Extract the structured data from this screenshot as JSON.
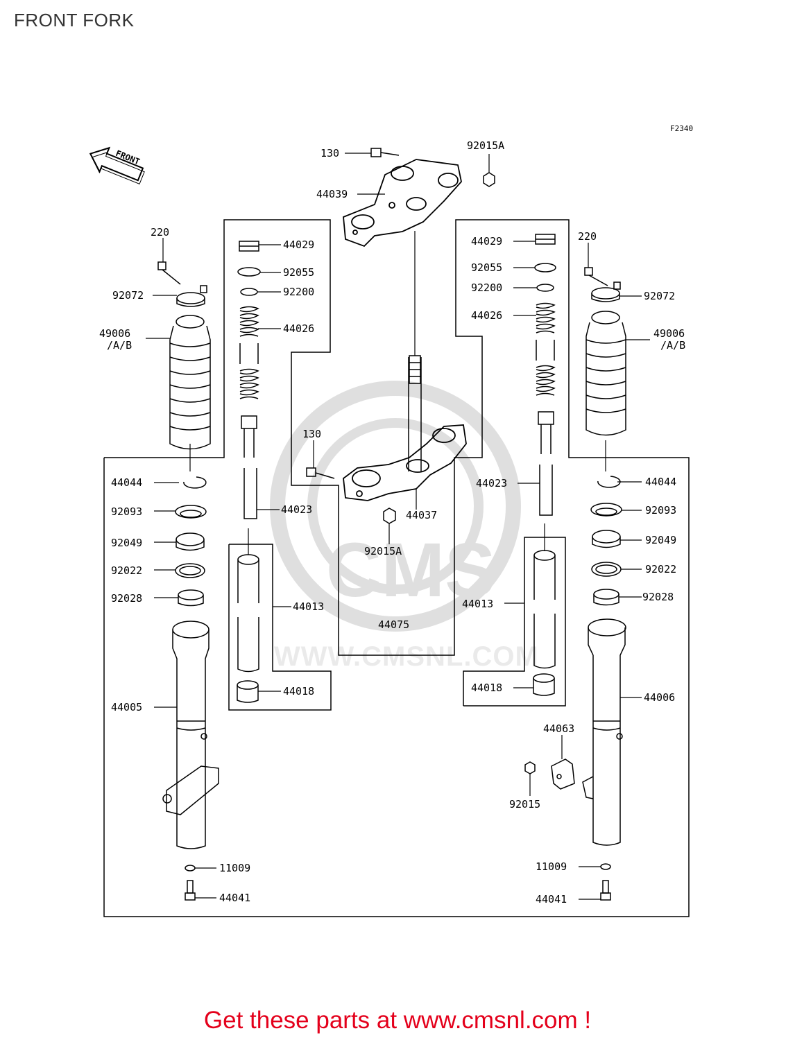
{
  "page": {
    "title": "FRONT FORK"
  },
  "figure_code": "F2340",
  "front_arrow_label": "FRONT",
  "watermark": {
    "text": "WWW.CMSNL.COM",
    "logo": "CMS"
  },
  "parts": {
    "p130_top": "130",
    "p92015A_top": "92015A",
    "p44039": "44039",
    "p220_left": "220",
    "p92072_left": "92072",
    "p49006_left": "49006",
    "p49006_left_sub": "/A/B",
    "p44044_left": "44044",
    "p92093_left": "92093",
    "p92049_left": "92049",
    "p92022_left": "92022",
    "p92028_left": "92028",
    "p44005": "44005",
    "p11009_left": "11009",
    "p44041_left": "44041",
    "p44029_left": "44029",
    "p92055_left": "92055",
    "p92200_left": "92200",
    "p44026_left": "44026",
    "p44023_left": "44023",
    "p44013_left": "44013",
    "p44018_left": "44018",
    "p130_mid": "130",
    "p44037": "44037",
    "p92015A_mid": "92015A",
    "p44075": "44075",
    "p44029_right": "44029",
    "p92055_right": "92055",
    "p92200_right": "92200",
    "p44026_right": "44026",
    "p44023_right": "44023",
    "p44013_right": "44013",
    "p44018_right": "44018",
    "p220_right": "220",
    "p92072_right": "92072",
    "p49006_right": "49006",
    "p49006_right_sub": "/A/B",
    "p44044_right": "44044",
    "p92093_right": "92093",
    "p92049_right": "92049",
    "p92022_right": "92022",
    "p92028_right": "92028",
    "p44006": "44006",
    "p44063": "44063",
    "p92015": "92015",
    "p11009_right": "11009",
    "p44041_right": "44041"
  },
  "call_to_action": "Get these parts at www.cmsnl.com !",
  "colors": {
    "cta": "#e4001b",
    "line": "#000000"
  }
}
